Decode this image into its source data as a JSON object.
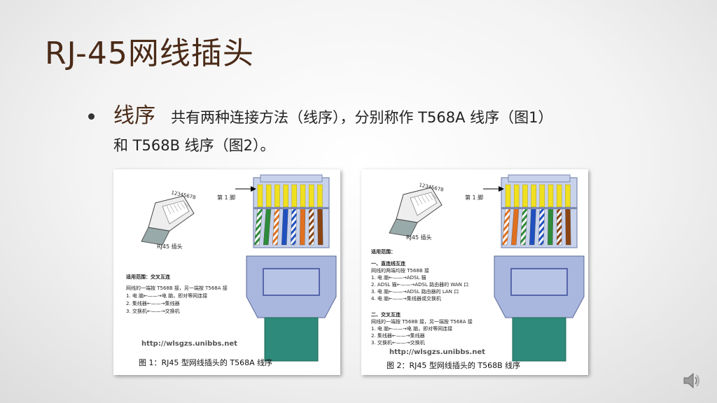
{
  "title": "RJ-45网线插头",
  "bullet": {
    "head": "线序",
    "text_line1": "共有两种连接方法（线序），分别称作 T568A 线序（图1）",
    "text_line2": "和 T568B 线序（图2）。"
  },
  "figures": [
    {
      "pin_numbers": "12345678",
      "pin1_label": "第 1 脚",
      "plug_label": "RJ45 插头",
      "scope_title": "适用范围：交叉互连",
      "lines": [
        "网线的一端按 T568B 接，另一端按 T568A 接",
        "1.  电    脑←——→电    脑，即对等网连接",
        "2.  集线器←——→集线器",
        "3.  交换机←——→交换机"
      ],
      "url": "http://wlsgzs.unibbs.net",
      "caption": "图 1：RJ45 型网线插头的 T568A 线序"
    },
    {
      "pin_numbers": "12345678",
      "pin1_label": "第 1 脚",
      "plug_label": "RJ45 插头",
      "scope_title": "适用范围：",
      "lines": [
        "一、直连线互连",
        "网线的两端均按 T568B 接",
        "1.  电    脑←——→ADSL 猫",
        "2.  ADSL 猫←——→ADSL 路由器的 WAN 口",
        "3.  电    脑←——→ADSL 路由器的 LAN 口",
        "4.  电    脑←——→集线器或交换机",
        "二、交叉互连",
        "网线的一端按 T568B 接，另一端按 T568A 接",
        "1.  电    脑←——→电    脑，即对等网连接",
        "2.  集线器←——→集线器",
        "3.  交换机←——→交换机"
      ],
      "url": "http://wlsgzs.unibbs.net",
      "caption": "图 2：RJ45 型网线插头的 T568B 线序"
    }
  ],
  "wire_colors": {
    "t568a": [
      "#2e8b3a",
      "#2e8b3a",
      "#e07020",
      "#2050c0",
      "#2050c0",
      "#e07020",
      "#8b4513",
      "#8b4513"
    ],
    "t568b": [
      "#e07020",
      "#e07020",
      "#2e8b3a",
      "#2050c0",
      "#2050c0",
      "#2e8b3a",
      "#8b4513",
      "#8b4513"
    ],
    "striped": [
      true,
      false,
      true,
      false,
      true,
      false,
      true,
      false
    ]
  },
  "icons": {
    "speaker": "speaker-icon"
  }
}
